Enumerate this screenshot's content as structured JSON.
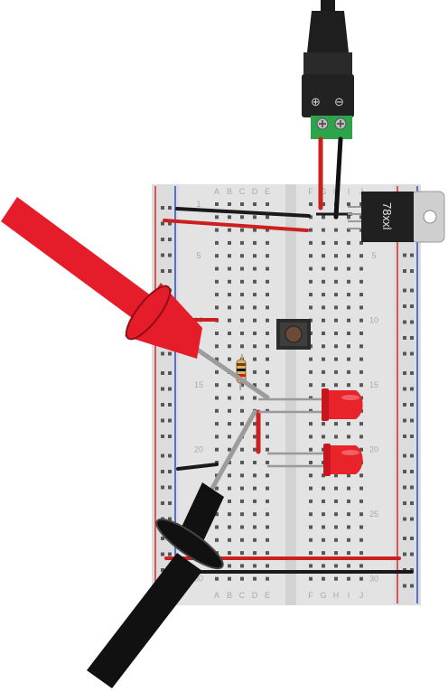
{
  "breadboard": {
    "columns_left": [
      "A",
      "B",
      "C",
      "D",
      "E"
    ],
    "columns_right": [
      "F",
      "G",
      "H",
      "I",
      "J"
    ],
    "rows": 30,
    "row_labels": [
      "1",
      "5",
      "10",
      "15",
      "20",
      "25",
      "30"
    ]
  },
  "regulator": {
    "label": "78xxl"
  },
  "power_jack": {
    "terminal_left": "⊕",
    "terminal_right": "⊖"
  },
  "colors": {
    "board": "#e3e3e3",
    "hole": "#575757",
    "rail_red": "#d42a2a",
    "rail_blue": "#2a4cc8",
    "wire_red": "#cc1f1f",
    "wire_black": "#1a1a1a",
    "led_red": "#e8232a",
    "probe_red": "#e51d2a",
    "probe_black": "#111111",
    "terminal_green": "#2ca54a"
  }
}
